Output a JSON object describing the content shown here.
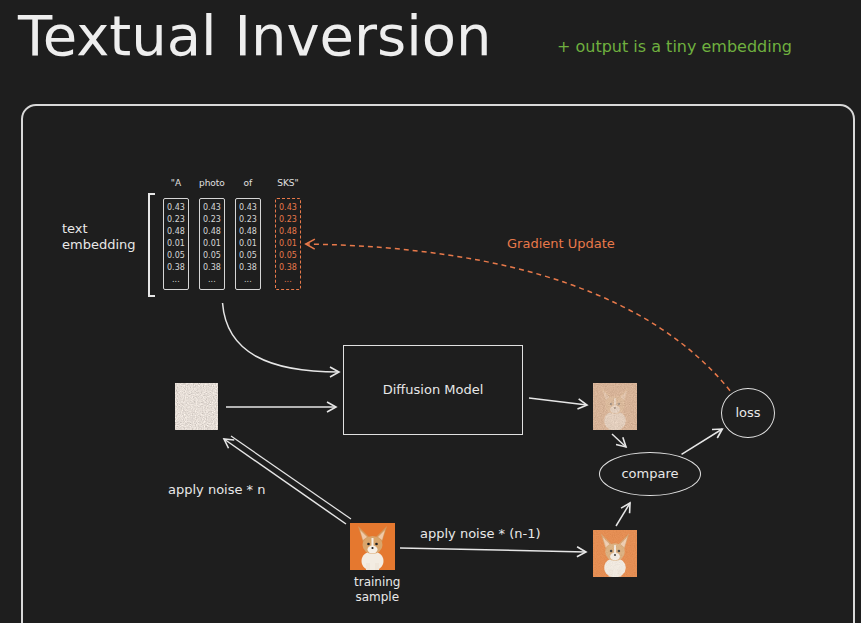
{
  "diagram": {
    "title": "Textual Inversion",
    "nodes": [
      {
        "text": [
          "text embedding"
        ]
      },
      {
        "text": [
          "\"A",
          "0.43 0.23 0.48 0.01 0.05 0.38 ..."
        ],
        "in": 0
      },
      {
        "text": [
          "photo",
          "0.43 0.23 0.48 0.01 0.05 0.38 ..."
        ],
        "in": 0
      },
      {
        "text": [
          "of",
          "0.43 0.23 0.48 0.01 0.05 0.38 ..."
        ],
        "in": 0
      },
      {
        "text": [
          "SKS\"",
          "0.43 0.23 0.48 0.01 0.05 0.38 ..."
        ],
        "in": 0
      },
      {
        "text": [
          "Diffusion Model"
        ]
      },
      {
        "text": [
          "loss"
        ]
      },
      {
        "text": [
          "compare"
        ]
      }
    ],
    "edges": [
      {
        "from": 0,
        "to": 5,
        "arrow": "to"
      },
      {
        "from": 6,
        "to": 4,
        "label": "Gradient Update",
        "arrow": "to"
      },
      {
        "from": 7,
        "to": 6,
        "arrow": "to"
      }
    ],
    "labels": [
      "+ output is a tiny embedding",
      "apply noise * n",
      "apply noise * (n-1)",
      "training sample"
    ]
  }
}
